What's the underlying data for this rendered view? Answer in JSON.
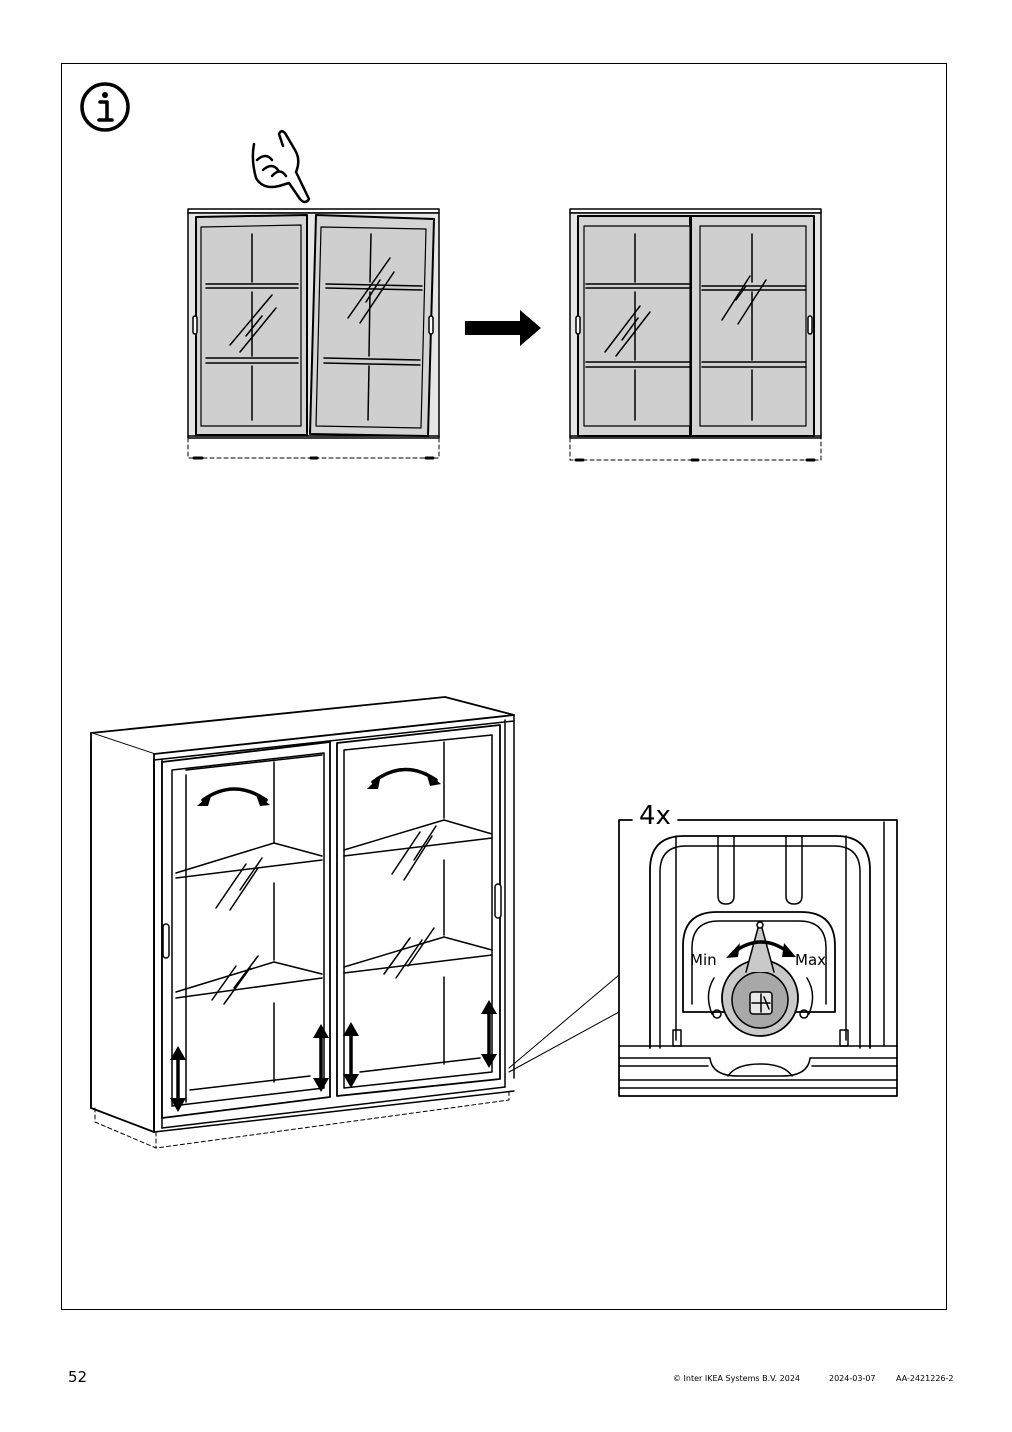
{
  "page": {
    "number": "52",
    "copyright": "© Inter IKEA Systems B.V. 2024",
    "date": "2024-03-07",
    "doc_id": "AA-2421226-2"
  },
  "detail": {
    "quantity": "4x",
    "min_label": "Min",
    "max_label": "Max"
  },
  "icons": {
    "info": "info-icon",
    "hand": "pointing-hand-icon",
    "arrow": "right-arrow-icon"
  }
}
